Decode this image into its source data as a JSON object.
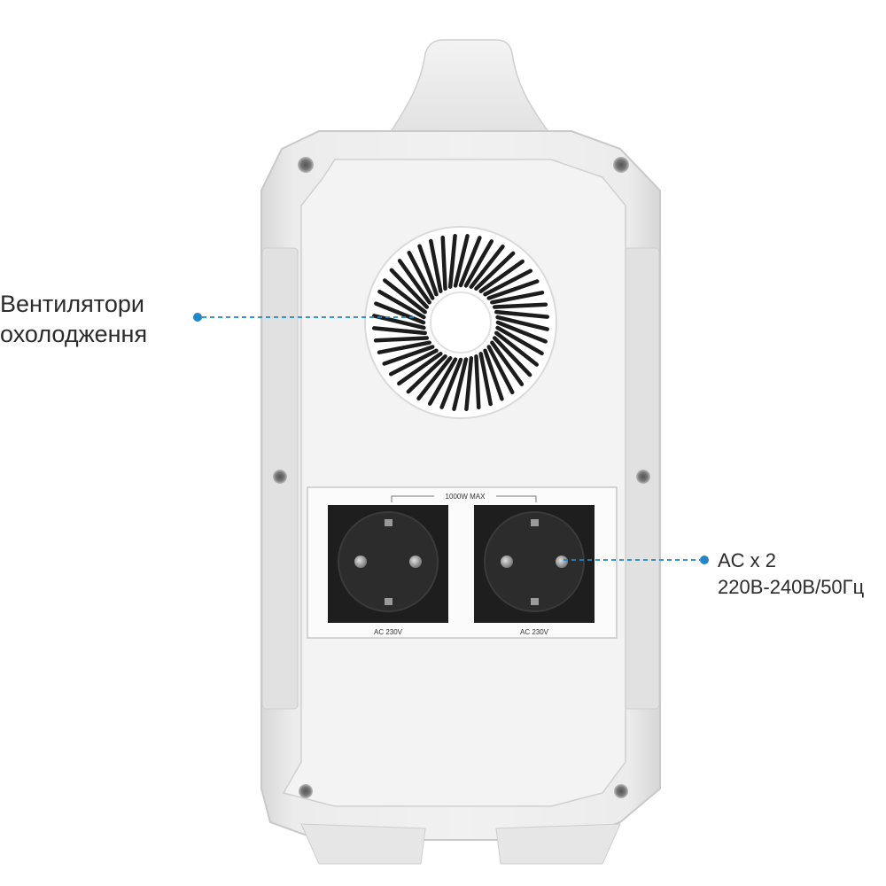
{
  "callouts": {
    "fan": {
      "line1": "Вентилятори",
      "line2": "охолодження"
    },
    "ac": {
      "line1": "AC x 2",
      "line2": "220В-240В/50Гц"
    }
  },
  "panel": {
    "max_label": "1000W MAX",
    "outlets": [
      {
        "label": "AC 230V"
      },
      {
        "label": "AC 230V"
      }
    ]
  },
  "colors": {
    "accent": "#1f86c8",
    "body": "#e9e9e9",
    "panel": "#f5f5f5",
    "socket": "#1e1e1e"
  }
}
